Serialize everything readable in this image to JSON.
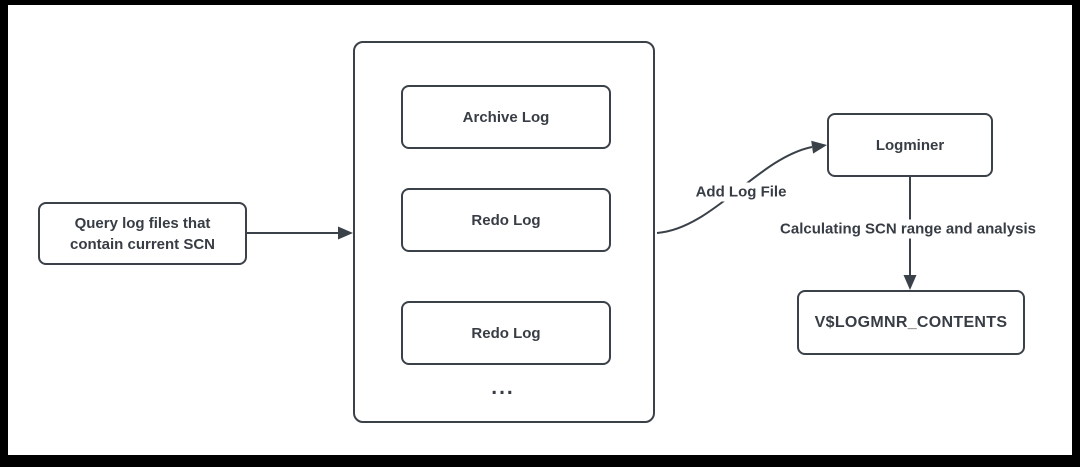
{
  "diagram": {
    "background": "#ffffff",
    "frame_color": "#000000",
    "stroke_color": "#3b4149",
    "text_color": "#383d45",
    "query_box": {
      "label": "Query log files that\ncontain current SCN"
    },
    "log_container": {
      "boxes": [
        {
          "label": "Archive Log"
        },
        {
          "label": "Redo Log"
        },
        {
          "label": "Redo Log"
        }
      ],
      "ellipsis": "..."
    },
    "logminer_box": {
      "label": "Logminer"
    },
    "contents_box": {
      "label": "V$LOGMNR_CONTENTS"
    },
    "edge_labels": {
      "add_log_file": "Add Log File",
      "calculating": "Calculating SCN range and analysis"
    }
  }
}
